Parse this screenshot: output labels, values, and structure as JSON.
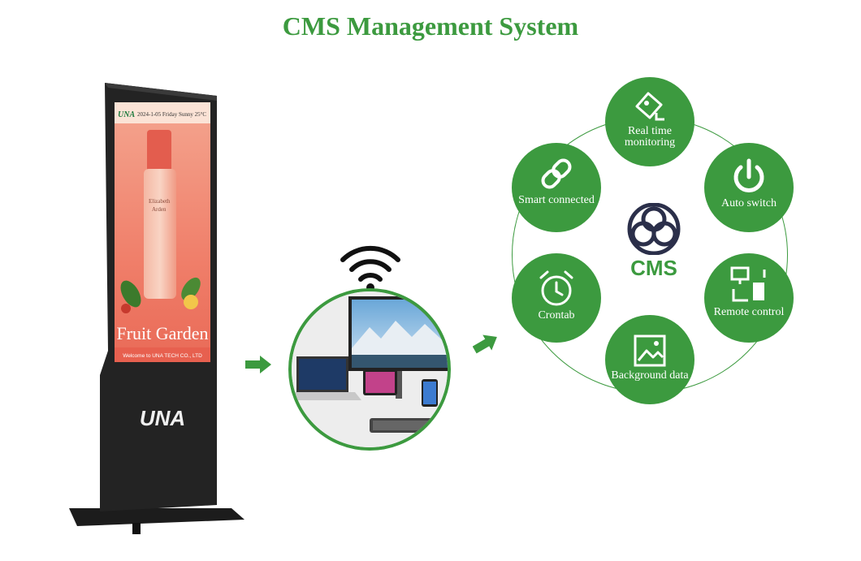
{
  "title": "CMS Management System",
  "kiosk": {
    "brand": "UNA",
    "screen_brand": "UNA",
    "screen_date": "2024-1-05 Friday Sunny 25°C",
    "product_text_1": "Elizabeth",
    "product_text_2": "Arden",
    "headline": "Fruit Garden",
    "footer": "Welcome to UNA TECH CO., LTD"
  },
  "center": {
    "label": "CMS"
  },
  "features": [
    {
      "label": "Real time monitoring",
      "icon": "real-time-monitoring-icon"
    },
    {
      "label": "Auto switch",
      "icon": "power-icon"
    },
    {
      "label": "Remote control",
      "icon": "remote-control-icon"
    },
    {
      "label": "Background data",
      "icon": "background-data-icon"
    },
    {
      "label": "Crontab",
      "icon": "alarm-clock-icon"
    },
    {
      "label": "Smart connected",
      "icon": "link-icon"
    }
  ],
  "colors": {
    "accent": "#3c9a3f"
  }
}
